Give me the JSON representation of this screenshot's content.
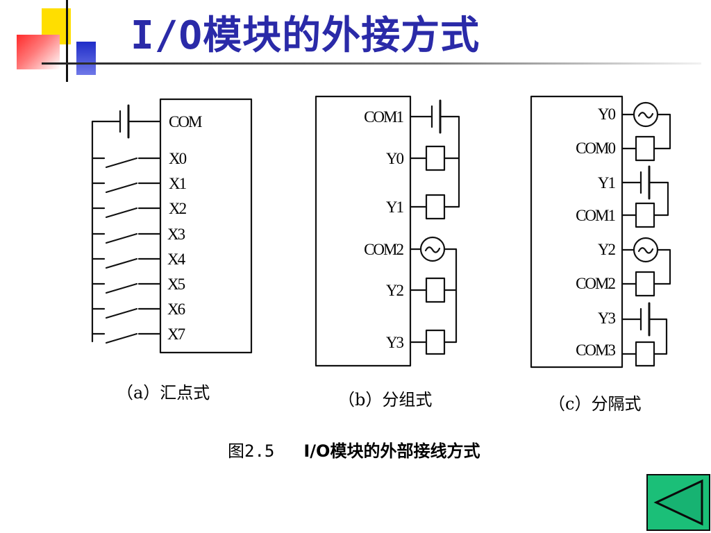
{
  "slide": {
    "title_latin": "I/O",
    "title_cjk": "模块的外接方式"
  },
  "diagram_a": {
    "com_label": "COM",
    "inputs": [
      "X0",
      "X1",
      "X2",
      "X3",
      "X4",
      "X5",
      "X6",
      "X7"
    ],
    "caption": "（a）汇点式"
  },
  "diagram_b": {
    "terminals": [
      "COM1",
      "Y0",
      "Y1",
      "COM2",
      "Y2",
      "Y3"
    ],
    "caption": "（b）分组式"
  },
  "diagram_c": {
    "terminals": [
      "Y0",
      "COM0",
      "Y1",
      "COM1",
      "Y2",
      "COM2",
      "Y3",
      "COM3"
    ],
    "caption": "（c）分隔式"
  },
  "figure": {
    "number": "图2.5",
    "caption": "I/O模块的外部接线方式"
  },
  "nav": {
    "back_icon": "triangle-left-icon",
    "color": "#1bbf78"
  }
}
